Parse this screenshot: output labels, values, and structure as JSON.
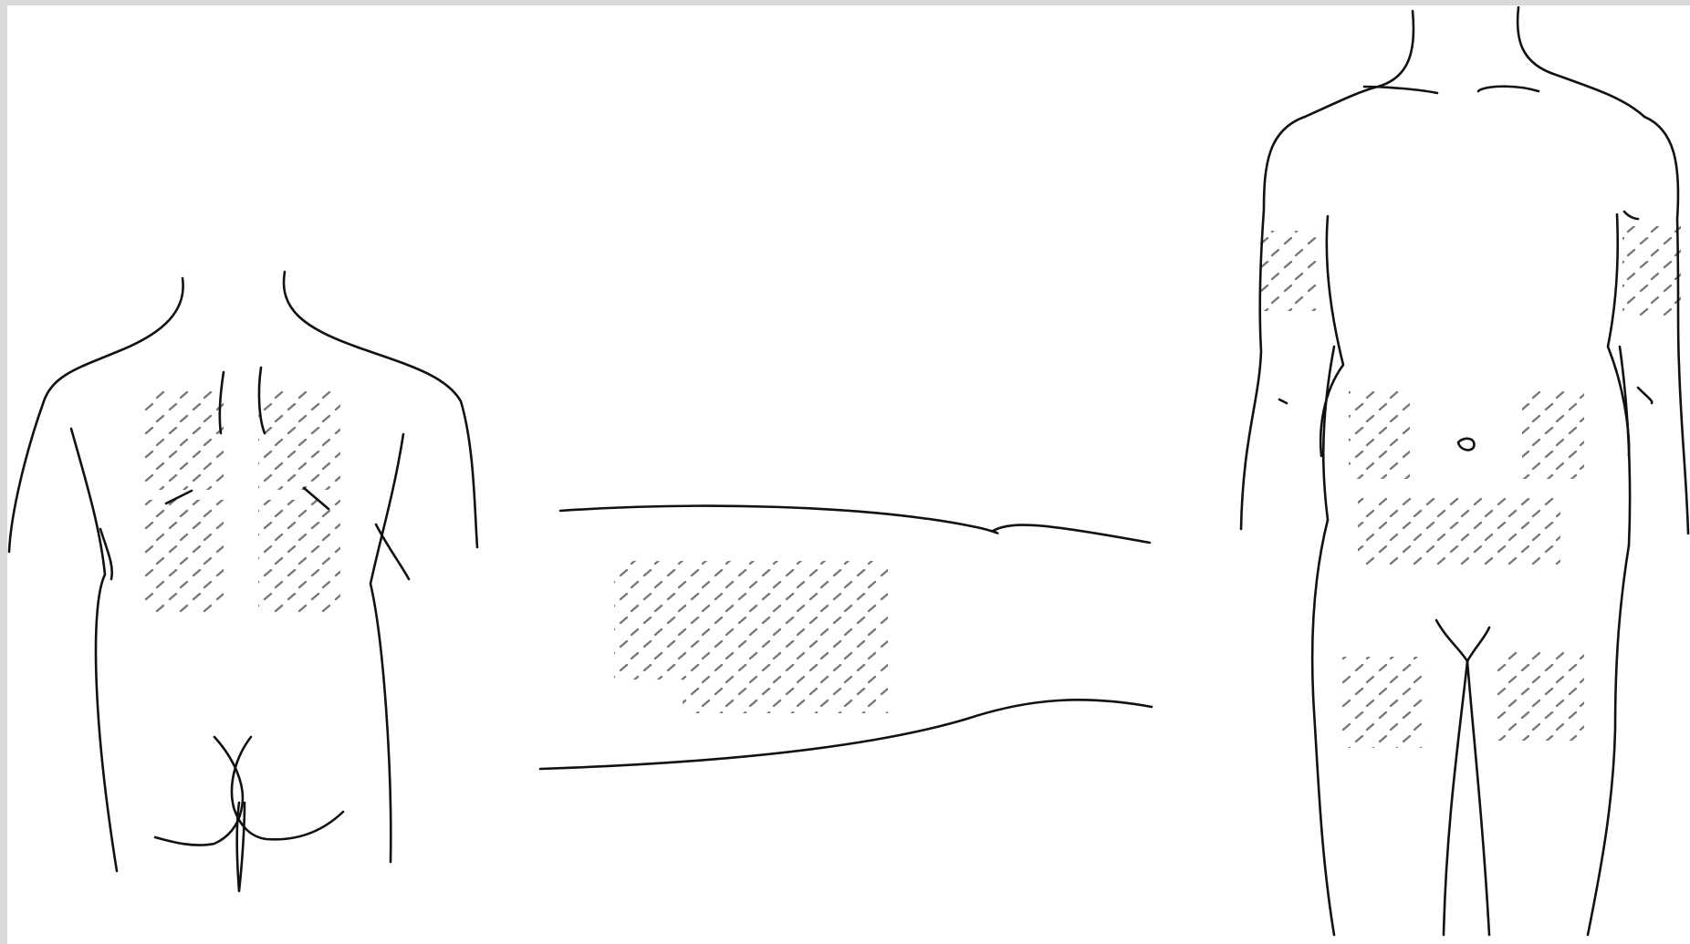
{
  "figure": {
    "views": [
      {
        "id": "back",
        "sites": [
          "upper-left-back",
          "upper-right-back",
          "lower-left-back",
          "lower-right-back"
        ]
      },
      {
        "id": "arm",
        "sites": [
          "upper-arm-outer"
        ]
      },
      {
        "id": "front",
        "sites": [
          "left-upper-arm",
          "right-upper-arm",
          "left-abdomen",
          "right-abdomen",
          "lower-abdomen",
          "left-thigh",
          "right-thigh"
        ]
      }
    ],
    "site_pattern": "diagonal-dash-hatch",
    "colors": {
      "outline": "#111111",
      "site_mark": "#777777",
      "background": "#ffffff",
      "frame": "#d9d9d9"
    }
  }
}
